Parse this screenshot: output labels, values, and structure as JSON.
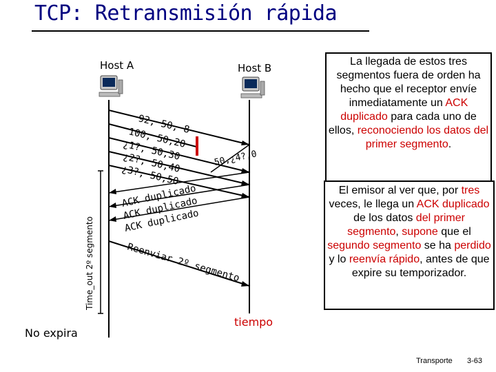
{
  "title": "TCP: Retransmisión rápida",
  "hosts": {
    "a": "Host A",
    "b": "Host B"
  },
  "segments": [
    "92, 50, 8",
    "100, 50,20",
    "¿1?, 50,30",
    "¿2?, 50,40",
    "¿3?, 50,50"
  ],
  "ack_b": "50,¿4?,0",
  "acks": [
    "ACK duplicado",
    "ACK duplicado",
    "ACK duplicado"
  ],
  "resend": "Reenviar 2º segmento",
  "timeout_label": "Time_out 2º segmento",
  "no_expira": "No expira",
  "tiempo": "tiempo",
  "box1": {
    "p1": "La llegada de estos tres segmentos fuera de orden ha hecho que el receptor envíe inmediatamente un ",
    "h1": "ACK duplicado",
    "p2": " para cada uno de ellos, ",
    "h2": "reconociendo los datos del primer segmento",
    "p3": "."
  },
  "box2": {
    "p1": "El emisor al ver que, por ",
    "h1": "tres",
    "p2": " veces, le llega un ",
    "h2": "ACK duplicado",
    "p3": " de los datos ",
    "h3": "del primer segmento",
    "p4": ", ",
    "h4": "supone",
    "p5": " que el ",
    "h5": "segundo segmento",
    "p6": " se ha ",
    "h6": "perdido",
    "p7": " y lo ",
    "h7": "reenvía rápido",
    "p8": ", antes de que expire su temporizador."
  },
  "footer": {
    "left": "Transporte",
    "right": "3-63"
  },
  "colors": {
    "title": "#000080",
    "highlight": "#cc0000",
    "loss_mark": "#cc0000"
  }
}
